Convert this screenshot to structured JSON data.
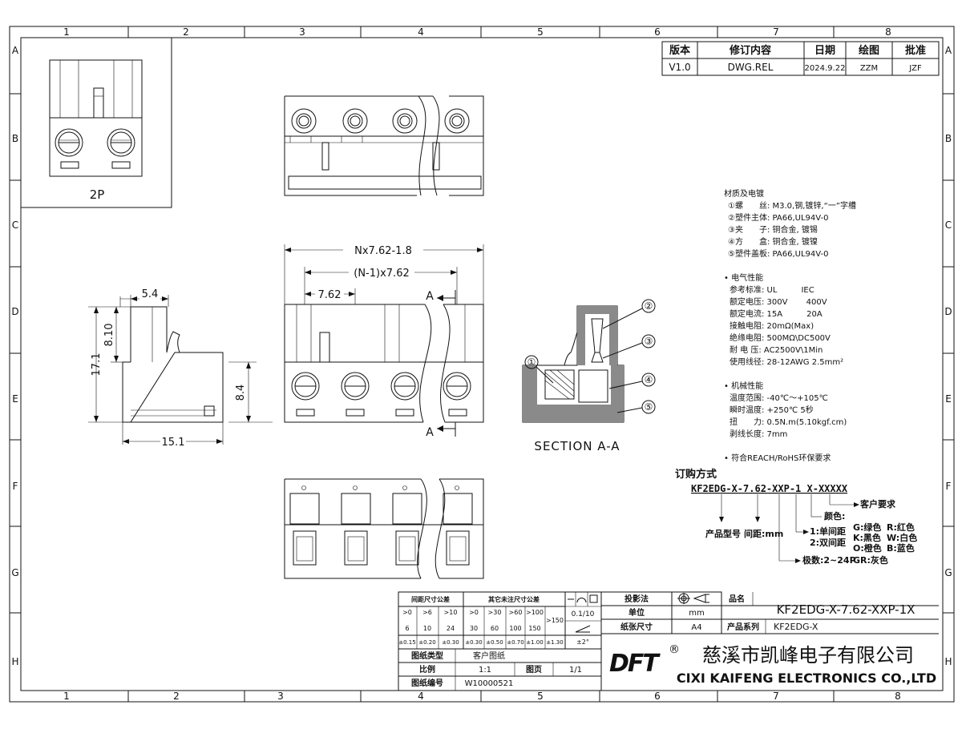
{
  "frame": {
    "columns": [
      "1",
      "2",
      "3",
      "4",
      "5",
      "6",
      "7",
      "8"
    ],
    "rows": [
      "A",
      "B",
      "C",
      "D",
      "E",
      "F",
      "G",
      "H"
    ]
  },
  "revision": {
    "headers": [
      "版本",
      "修订内容",
      "日期",
      "绘图",
      "批准"
    ],
    "values": [
      "V1.0",
      "DWG.REL",
      "2024.9.22",
      "ZZM",
      "JZF"
    ]
  },
  "views": {
    "pins_label": "2P",
    "section_label": "SECTION A-A",
    "section_marker": "A",
    "dims": {
      "overall": "Nx7.62-1.8",
      "pitch_span": "(N-1)x7.62",
      "pitch": "7.62",
      "side_top": "5.4",
      "side_upper": "8.10",
      "side_height": "17.1",
      "side_depth": "15.1",
      "front_height": "8.4"
    },
    "callouts": [
      "①",
      "②",
      "③",
      "④",
      "⑤"
    ]
  },
  "materials": {
    "title": "材质及电镀",
    "items": [
      "①螺　　丝: M3.0,钢,镀锌,“一”字槽",
      "②塑件主体: PA66,UL94V-0",
      "③夹　　子: 铜合金, 镀锡",
      "④方　　盒: 铜合金, 镀镍",
      "⑤塑件盖板: PA66,UL94V-0"
    ]
  },
  "electrical": {
    "title": "• 电气性能",
    "items": [
      "参考标准: UL　　　IEC",
      "额定电压: 300V　　 400V",
      "额定电流: 15A　　　20A",
      "接触电阻: 20mΩ(Max)",
      "绝缘电阻: 500MΩ\\DC500V",
      "耐 电 压: AC2500V\\1Min",
      "使用线径: 28-12AWG 2.5mm²"
    ]
  },
  "mechanical": {
    "title": "• 机械性能",
    "items": [
      "温度范围: -40℃～+105℃",
      "瞬时温度: +250℃ 5秒",
      "扭　　力: 0.5N.m(5.10kgf.cm)",
      "剥线长度: 7mm"
    ]
  },
  "compliance": "• 符合REACH/RoHS环保要求",
  "ordering": {
    "title": "订购方式",
    "code": "KF2EDG-X-7.62-XXP-1 X-XXXXX",
    "customer": "客户要求",
    "color_title": "颜色:",
    "colors": [
      "G:绿色",
      "R:红色",
      "K:黑色",
      "W:白色",
      "O:橙色",
      "B:蓝色",
      "GR:灰色"
    ],
    "spacing": [
      "1:单间距",
      "2:双间距"
    ],
    "poles": "极数:2~24P",
    "model_label": "产品型号",
    "pitch_label": "间距:mm"
  },
  "tolerance": {
    "pitch_title": "间距尺寸公差",
    "other_title": "其它未注尺寸公差",
    "ranges_top": [
      ">0",
      ">6",
      ">10",
      ">0",
      ">30",
      ">60",
      ">100"
    ],
    "ranges_bottom": [
      "6",
      "10",
      "24",
      "30",
      "60",
      "100",
      "150"
    ],
    "over": ">150",
    "values": [
      "±0.15",
      "±0.20",
      "±0.30",
      "±0.30",
      "±0.50",
      "±0.70",
      "±1.00",
      "±1.30"
    ],
    "flatness": "0.1/10",
    "angle": "±2°"
  },
  "titleblock": {
    "projection_label": "投影法",
    "unit_label": "单位",
    "unit": "mm",
    "paper_label": "纸张尺寸",
    "paper": "A4",
    "name_label": "品名",
    "name": "KF2EDG-X-7.62-XXP-1X",
    "series_label": "产品系列",
    "series": "KF2EDG-X",
    "type_label": "图纸类型",
    "type": "客户图纸",
    "scale_label": "比例",
    "scale": "1:1",
    "page_label": "图页",
    "page": "1/1",
    "number_label": "图纸编号",
    "number": "W10000521",
    "company_cn": "慈溪市凯峰电子有限公司",
    "company_en": "CIXI KAIFENG ELECTRONICS CO.,LTD",
    "logo": "DFT",
    "registered": "®"
  }
}
